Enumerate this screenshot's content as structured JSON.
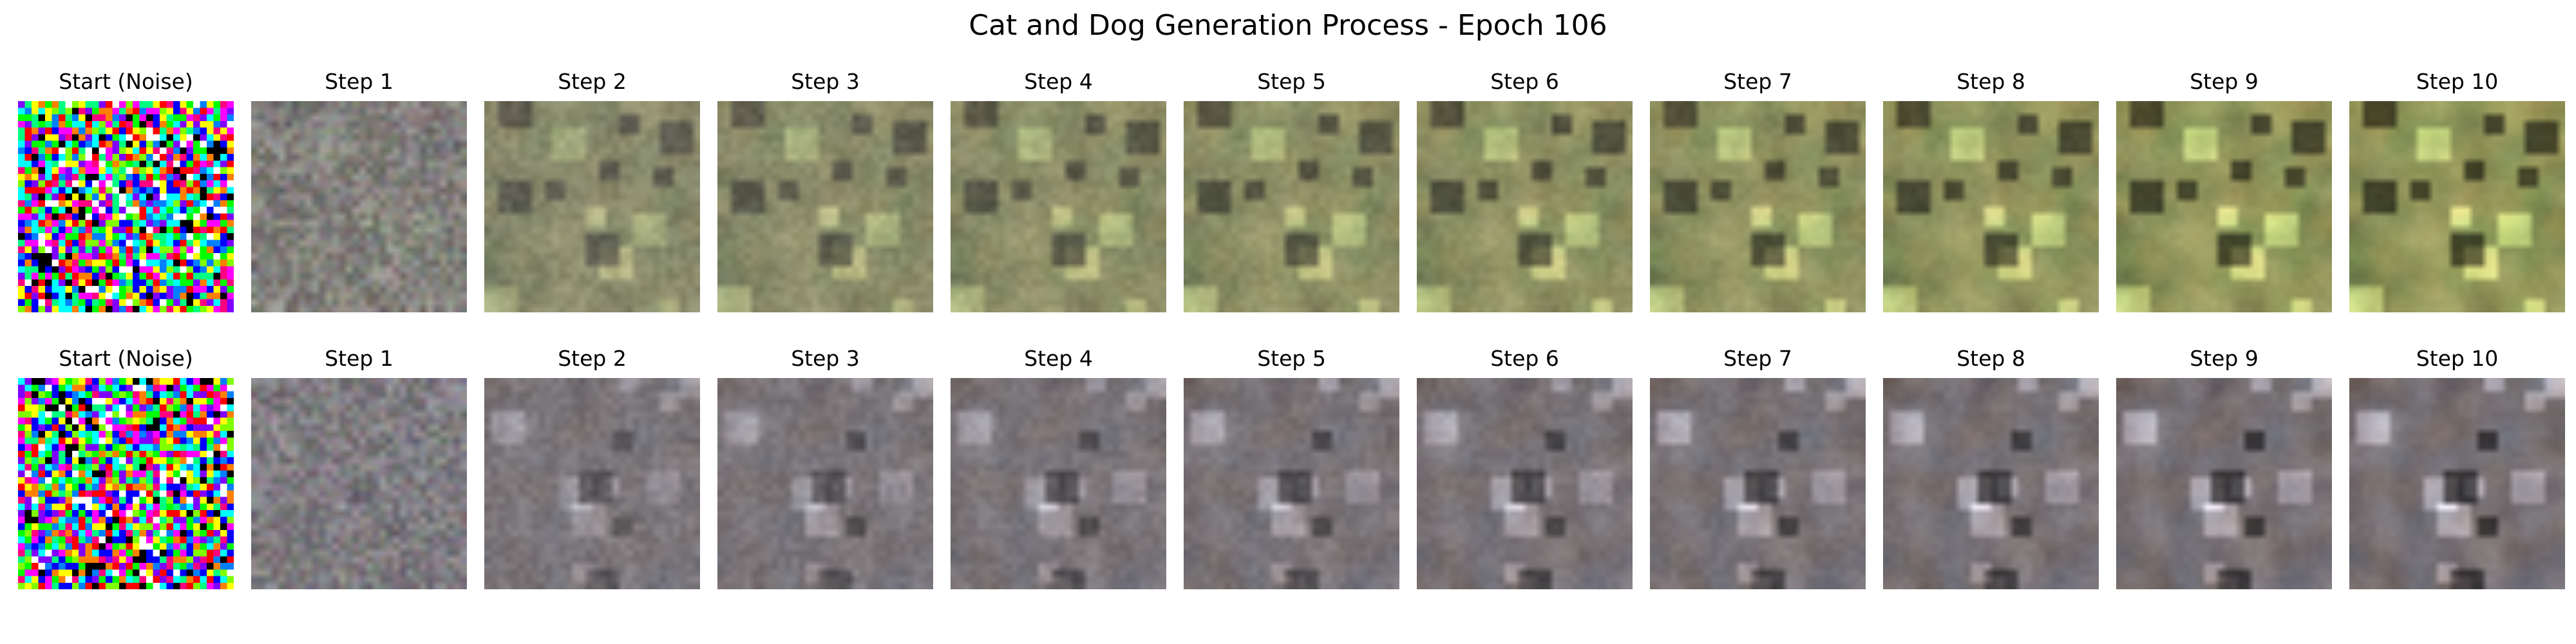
{
  "title": "Cat and Dog Generation Process - Epoch 106",
  "rows": [
    {
      "panels": [
        {
          "label": "Start (Noise)"
        },
        {
          "label": "Step 1"
        },
        {
          "label": "Step 2"
        },
        {
          "label": "Step 3"
        },
        {
          "label": "Step 4"
        },
        {
          "label": "Step 5"
        },
        {
          "label": "Step 6"
        },
        {
          "label": "Step 7"
        },
        {
          "label": "Step 8"
        },
        {
          "label": "Step 9"
        },
        {
          "label": "Step 10"
        }
      ]
    },
    {
      "panels": [
        {
          "label": "Start (Noise)"
        },
        {
          "label": "Step 1"
        },
        {
          "label": "Step 2"
        },
        {
          "label": "Step 3"
        },
        {
          "label": "Step 4"
        },
        {
          "label": "Step 5"
        },
        {
          "label": "Step 6"
        },
        {
          "label": "Step 7"
        },
        {
          "label": "Step 8"
        },
        {
          "label": "Step 9"
        },
        {
          "label": "Step 10"
        }
      ]
    }
  ],
  "palettes": {
    "row1_final": [
      "#6f8a4a",
      "#8aa45c",
      "#a3a565",
      "#4f5f3a",
      "#c9b86a",
      "#b48a45",
      "#7c9e54",
      "#e0d89a",
      "#3e4a2f",
      "#9aa070"
    ],
    "row2_final": [
      "#6b6a70",
      "#807c7e",
      "#5d6377",
      "#8c7a6a",
      "#4c3f3c",
      "#a59a96",
      "#6f88a8",
      "#3b3540",
      "#b3a7aa",
      "#7b6050"
    ],
    "noise": [
      "#ff0000",
      "#00ff00",
      "#0000ff",
      "#ffff00",
      "#ff00ff",
      "#00ffff",
      "#ffffff",
      "#000000",
      "#ff8000",
      "#8000ff",
      "#00ff80",
      "#ff0080",
      "#80ff00",
      "#0080ff"
    ]
  }
}
